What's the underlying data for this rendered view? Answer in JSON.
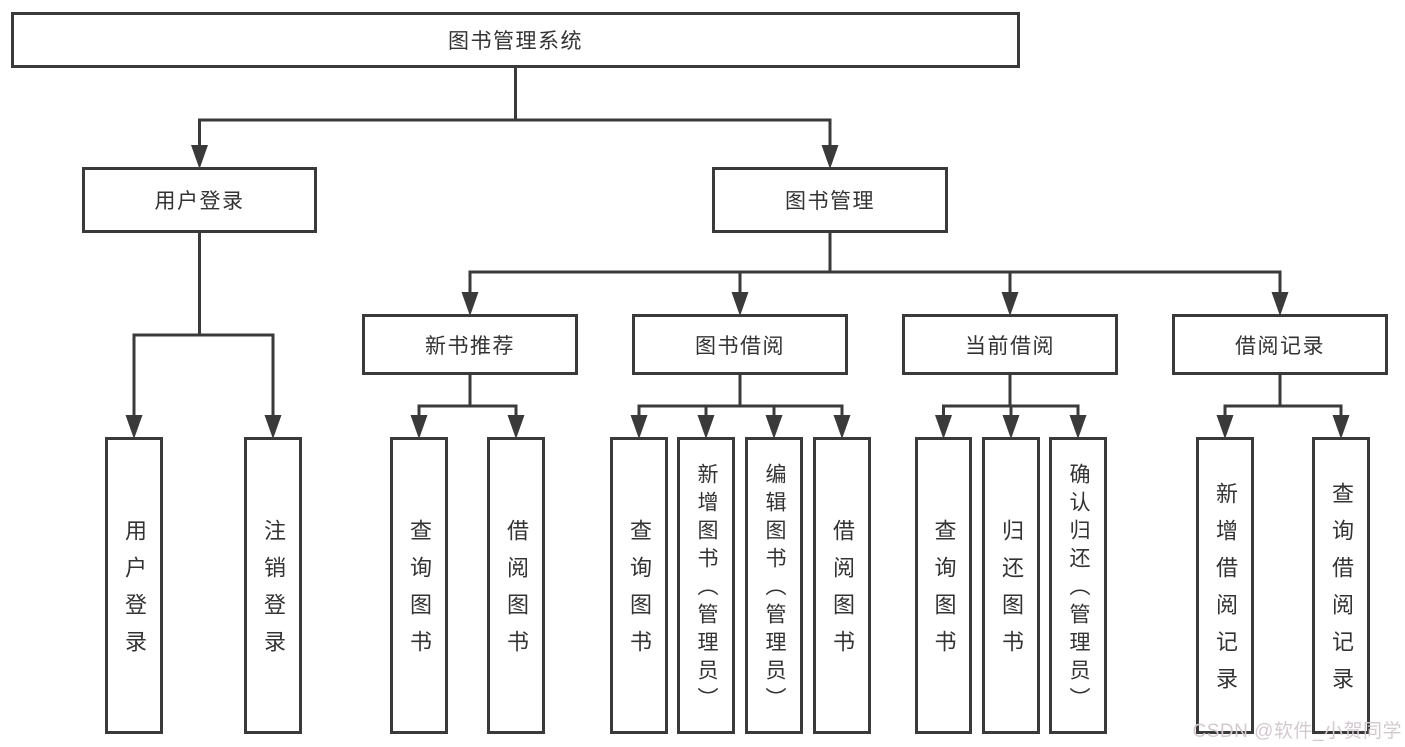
{
  "diagram": {
    "tree": {
      "id": "root",
      "label": "图书管理系统",
      "children": [
        {
          "id": "user-login",
          "label": "用户登录",
          "children": [
            {
              "id": "user-login-leaf",
              "label": "用户登录"
            },
            {
              "id": "logout-leaf",
              "label": "注销登录"
            }
          ]
        },
        {
          "id": "book-mgmt",
          "label": "图书管理",
          "children": [
            {
              "id": "new-book-rec",
              "label": "新书推荐",
              "children": [
                {
                  "id": "nbr-query-books",
                  "label": "查询图书"
                },
                {
                  "id": "nbr-borrow-books",
                  "label": "借阅图书"
                }
              ]
            },
            {
              "id": "book-borrow",
              "label": "图书借阅",
              "children": [
                {
                  "id": "bb-query-books",
                  "label": "查询图书"
                },
                {
                  "id": "bb-add-book",
                  "label": "新增图书（管理员）"
                },
                {
                  "id": "bb-edit-book",
                  "label": "编辑图书（管理员）"
                },
                {
                  "id": "bb-borrow-books",
                  "label": "借阅图书"
                }
              ]
            },
            {
              "id": "current-borrow",
              "label": "当前借阅",
              "children": [
                {
                  "id": "cb-query-books",
                  "label": "查询图书"
                },
                {
                  "id": "cb-return-book",
                  "label": "归还图书"
                },
                {
                  "id": "cb-confirm-return",
                  "label": "确认归还（管理员）"
                }
              ]
            },
            {
              "id": "borrow-records",
              "label": "借阅记录",
              "children": [
                {
                  "id": "br-add-record",
                  "label": "新增借阅记录"
                },
                {
                  "id": "br-query-record",
                  "label": "查询借阅记录"
                }
              ]
            }
          ]
        }
      ]
    },
    "watermark": "CSDN @软件_小贺同学",
    "colors": {
      "line": "#3a3a3a",
      "text": "#333333",
      "box_background": "#ffffff",
      "watermark": "#d3cad0"
    }
  }
}
